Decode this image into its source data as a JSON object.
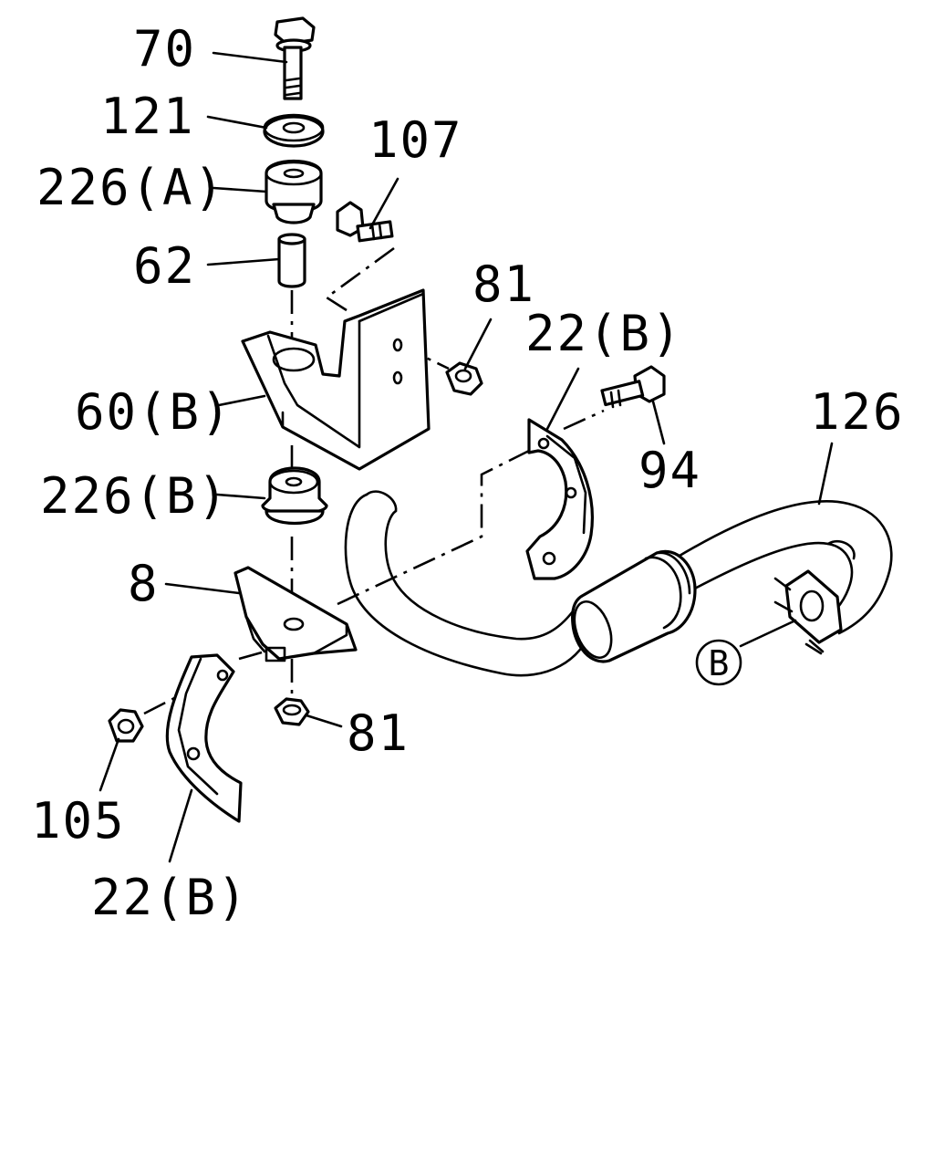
{
  "callouts": {
    "p70": "70",
    "p121": "121",
    "p226a": "226(A)",
    "p107": "107",
    "p62": "62",
    "p81_top": "81",
    "p22b_top": "22(B)",
    "p60b": "60(B)",
    "p94": "94",
    "p126": "126",
    "p226b": "226(B)",
    "p8": "8",
    "p81_bottom": "81",
    "p105": "105",
    "p22b_bottom": "22(B)",
    "ref_b": "B"
  },
  "colors": {
    "line": "#000000",
    "background": "#ffffff"
  }
}
